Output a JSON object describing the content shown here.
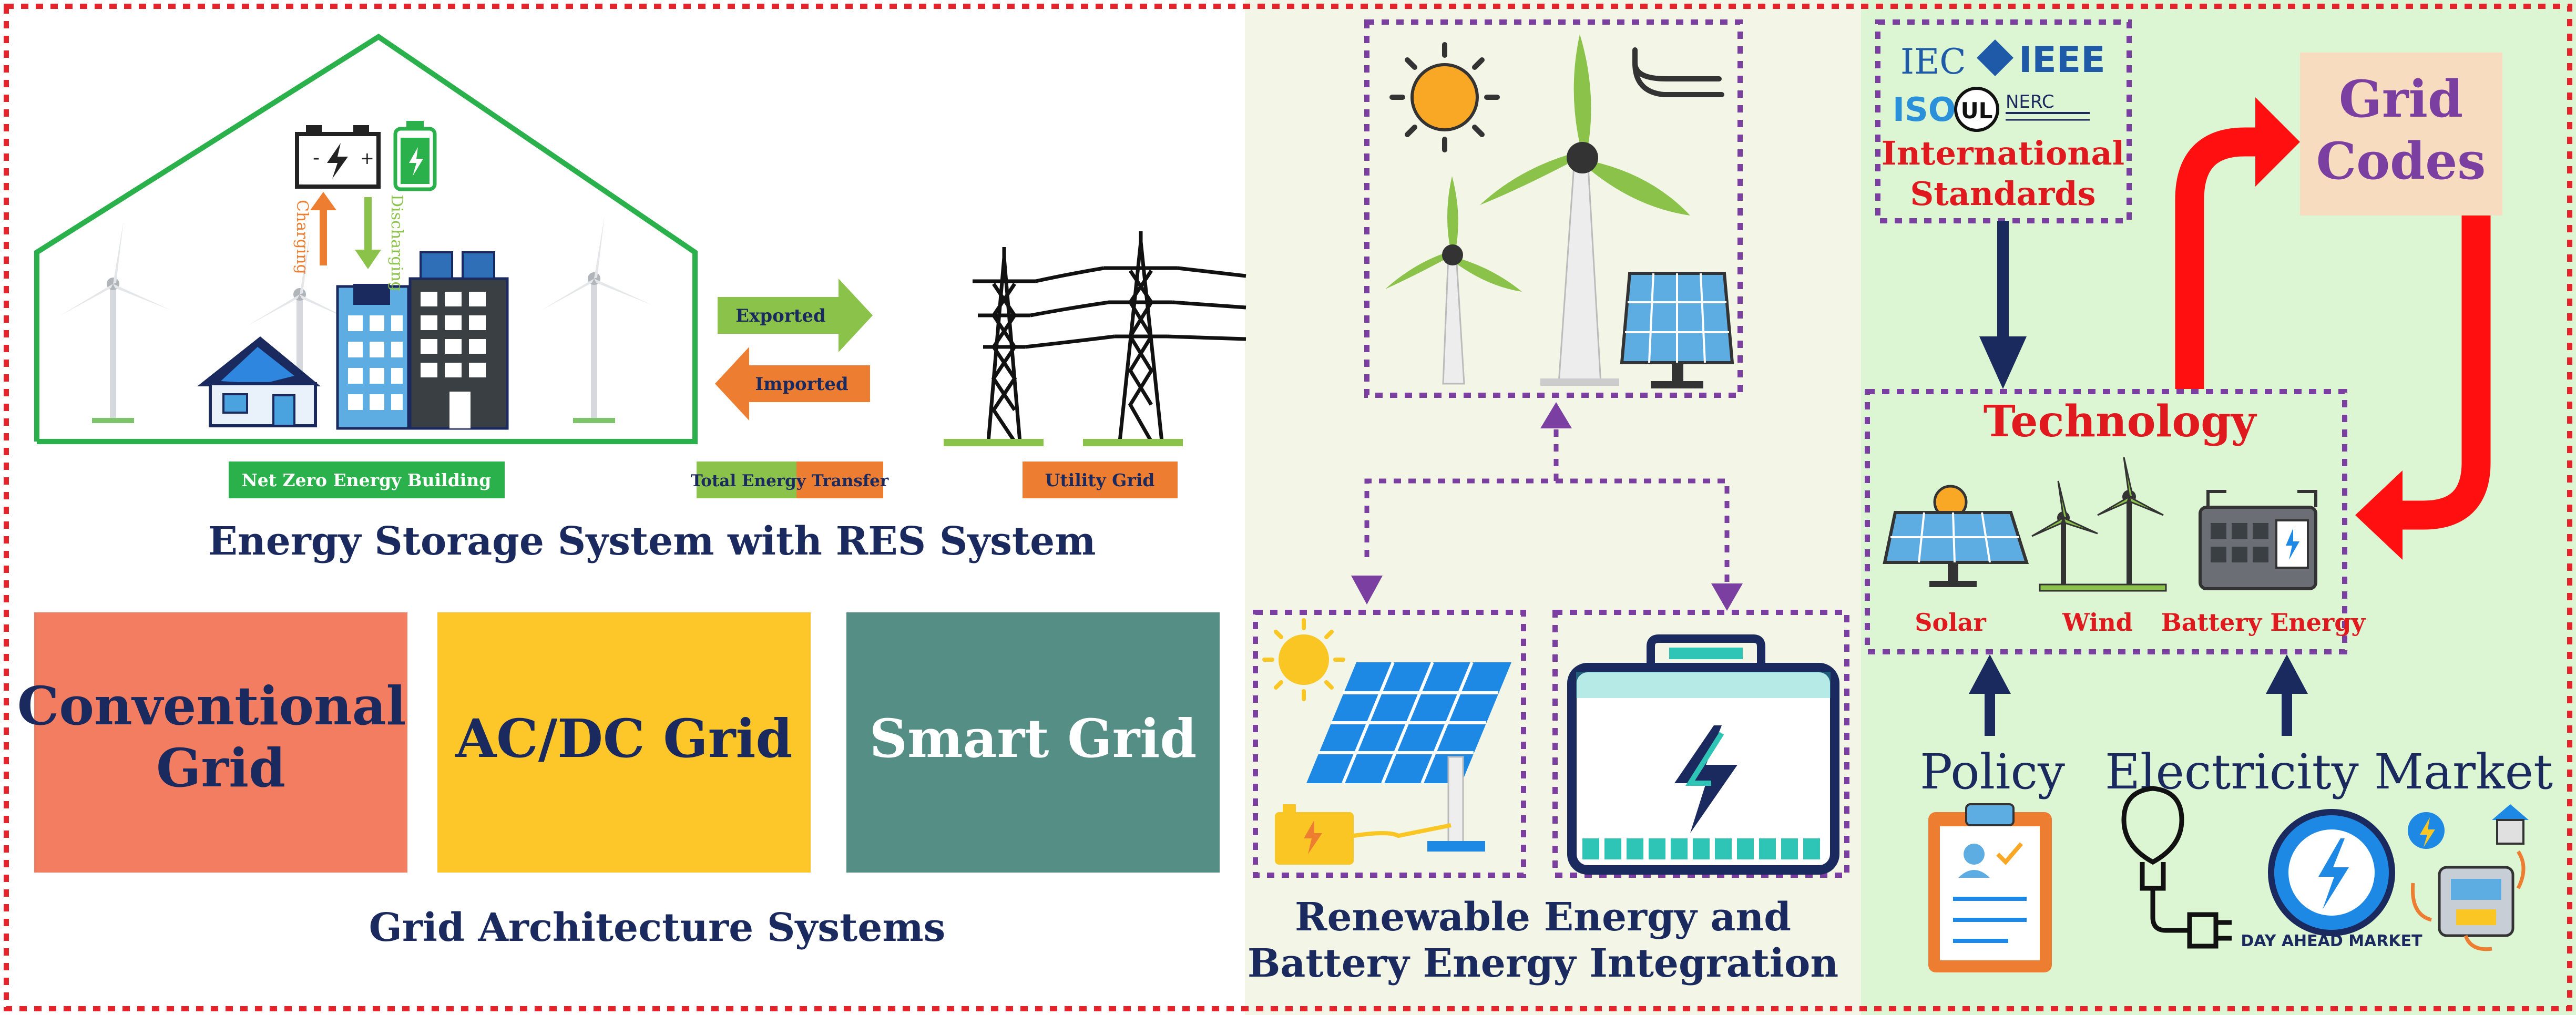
{
  "left_panel": {
    "heading": "Energy Storage System with RES System",
    "labels": {
      "charging": "Charging",
      "discharging": "Discharging",
      "exported": "Exported",
      "imported": "Imported",
      "net_zero": "Net Zero Energy Building",
      "total_transfer": "Total Energy Transfer",
      "utility_grid": "Utility Grid"
    },
    "grid_boxes": [
      {
        "label_lines": [
          "Conventional",
          "Grid"
        ],
        "color": "#F37D60"
      },
      {
        "label_lines": [
          "AC/DC Grid"
        ],
        "color": "#FDC72A"
      },
      {
        "label_lines": [
          "Smart Grid"
        ],
        "color": "#558E85"
      }
    ],
    "footer": "Grid Architecture Systems"
  },
  "middle_panel": {
    "caption_line1": "Renewable Energy and",
    "caption_line2": "Battery Energy Integration"
  },
  "right_panel": {
    "standards_logos": [
      "IEC",
      "IEEE",
      "ISO",
      "UL",
      "NERC"
    ],
    "standards_line1": "International",
    "standards_line2": "Standards",
    "grid_codes_line1": "Grid",
    "grid_codes_line2": "Codes",
    "technology": "Technology",
    "tech_items": [
      "Solar",
      "Wind",
      "Battery Energy"
    ],
    "policy": "Policy",
    "market": "Electricity Market",
    "day_ahead": "DAY AHEAD MARKET"
  },
  "colors": {
    "border_red": "#E5232B",
    "navy": "#1B2A5E",
    "purple": "#7A3FA0",
    "tech_red": "#E0191F",
    "middle_bg": "#F3F5E6",
    "right_bg": "#DCF5D2",
    "grid_codes_bg": "#F8DCC0"
  }
}
